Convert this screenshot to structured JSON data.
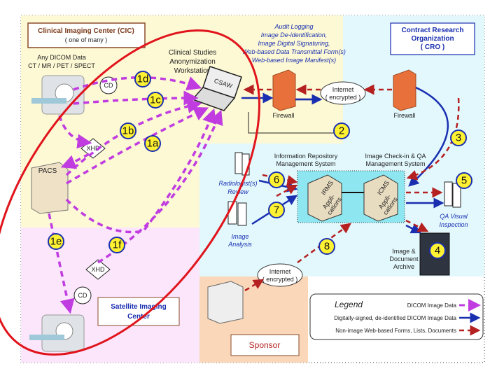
{
  "colors": {
    "dicom_image_data": "#c03ce0",
    "signed_deidentified_data": "#1a2fb0",
    "non_image_web_data": "#b52020",
    "cic_region": "#fdf9d4",
    "cro_region": "#e2f8fd",
    "satellite_region": "#fbe6fb",
    "sponsor_region": "#f9d7b8",
    "step_badge": "#fff233",
    "highlight_ellipse": "#e0141c"
  },
  "cic": {
    "title": "Clinical Imaging Center (CIC)",
    "subtitle": "( one of many )"
  },
  "dicom_source": {
    "line1": "Any DICOM Data",
    "line2": "CT / MR / PET / SPECT"
  },
  "workstation": {
    "line1": "Clinical Studies",
    "line2": "Anonymization",
    "line3": "Workstation",
    "screen_label": "CSAW"
  },
  "audit_features": [
    "Audit Logging",
    "Image De-identification,",
    "Image Digital Signaturing,",
    "Web-based Data Transmittal Form(s)",
    "Web-based Image Manifest(s)"
  ],
  "cro": {
    "line1": "Contract Research",
    "line2": "Organization",
    "line3": "( CRO )"
  },
  "firewall_label": "Firewall",
  "internet": {
    "line1": "Internet",
    "line2": "( encrypted )"
  },
  "cd_label": "CD",
  "xhd_label": "XHD",
  "pacs_label": "PACS",
  "steps": [
    "1a",
    "1b",
    "1c",
    "1d",
    "1e",
    "1f",
    "2",
    "3",
    "4",
    "5",
    "6",
    "7",
    "8"
  ],
  "irms": {
    "caption_line1": "Information Repository",
    "caption_line2": "Management System",
    "name": "IRMS",
    "app1": "Appli-",
    "app2": "cations"
  },
  "icms": {
    "caption_line1": "Image Check-in & QA",
    "caption_line2": "Management System",
    "name": "ICMS",
    "app1": "Appli-",
    "app2": "cations"
  },
  "radiologist": {
    "line1": "Radiologist(s)",
    "line2": "Review"
  },
  "image_analysis": {
    "line1": "Image",
    "line2": "Analysis"
  },
  "qa": {
    "line1": "QA Visual",
    "line2": "Inspection"
  },
  "archive": {
    "line1": "Image &",
    "line2": "Document",
    "line3": "Archive"
  },
  "satellite": {
    "line1": "Satellite Imaging",
    "line2": "Center"
  },
  "sponsor": {
    "label": "Sponsor"
  },
  "legend": {
    "title": "Legend",
    "items": [
      {
        "label": "DICOM Image Data",
        "style": "magenta-dashed"
      },
      {
        "label": "Digitally-signed, de-identified DICOM Image Data",
        "style": "blue-solid"
      },
      {
        "label": "Non-image Web-based Forms, Lists, Documents",
        "style": "red-dashed"
      }
    ]
  }
}
